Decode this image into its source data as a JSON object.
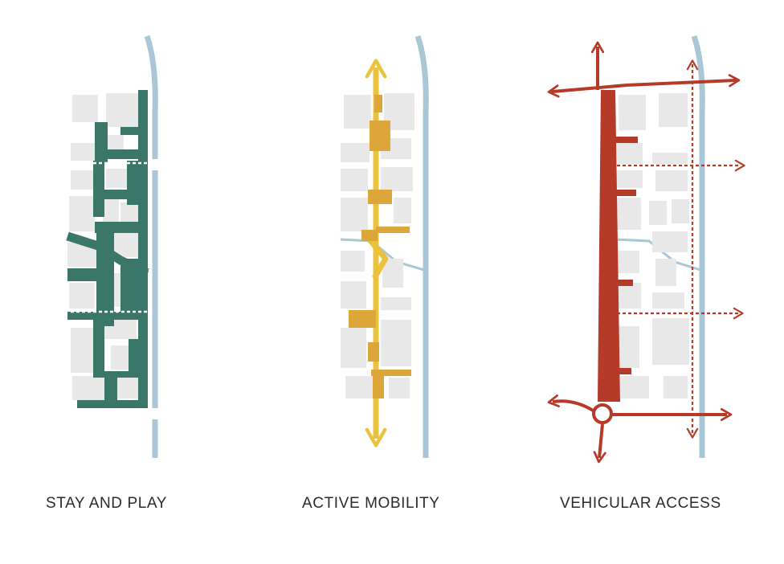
{
  "panels": [
    {
      "caption": "STAY AND PLAY"
    },
    {
      "caption": "ACTIVE MOBILITY"
    },
    {
      "caption": "VEHICULAR ACCESS"
    }
  ],
  "colors": {
    "block": "#e8e8e8",
    "water": "#a9c7d6",
    "stay": "#3b7769",
    "mobility": "#e9c33c",
    "mobility_dark": "#dca63a",
    "vehicle": "#b53a28",
    "caption": "#2b2b2b"
  }
}
